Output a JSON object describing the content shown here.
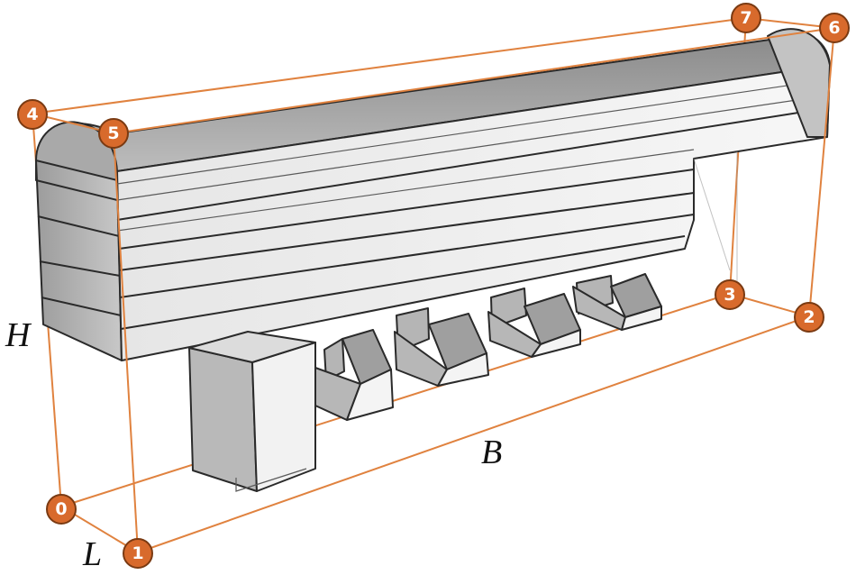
{
  "nodes": [
    {
      "id": "0",
      "label": "0"
    },
    {
      "id": "1",
      "label": "1"
    },
    {
      "id": "2",
      "label": "2"
    },
    {
      "id": "3",
      "label": "3"
    },
    {
      "id": "4",
      "label": "4"
    },
    {
      "id": "5",
      "label": "5"
    },
    {
      "id": "6",
      "label": "6"
    },
    {
      "id": "7",
      "label": "7"
    }
  ],
  "dimensions": {
    "height": "H",
    "length": "L",
    "breadth": "B"
  },
  "colors": {
    "bounding_box": "#e0823f",
    "badge_fill": "#d86a2c",
    "badge_text": "#ffffff",
    "body_light": "#f1f1f1",
    "body_mid": "#d3d3d3",
    "body_dark": "#a8a8a8",
    "outline": "#2a2a2a"
  }
}
